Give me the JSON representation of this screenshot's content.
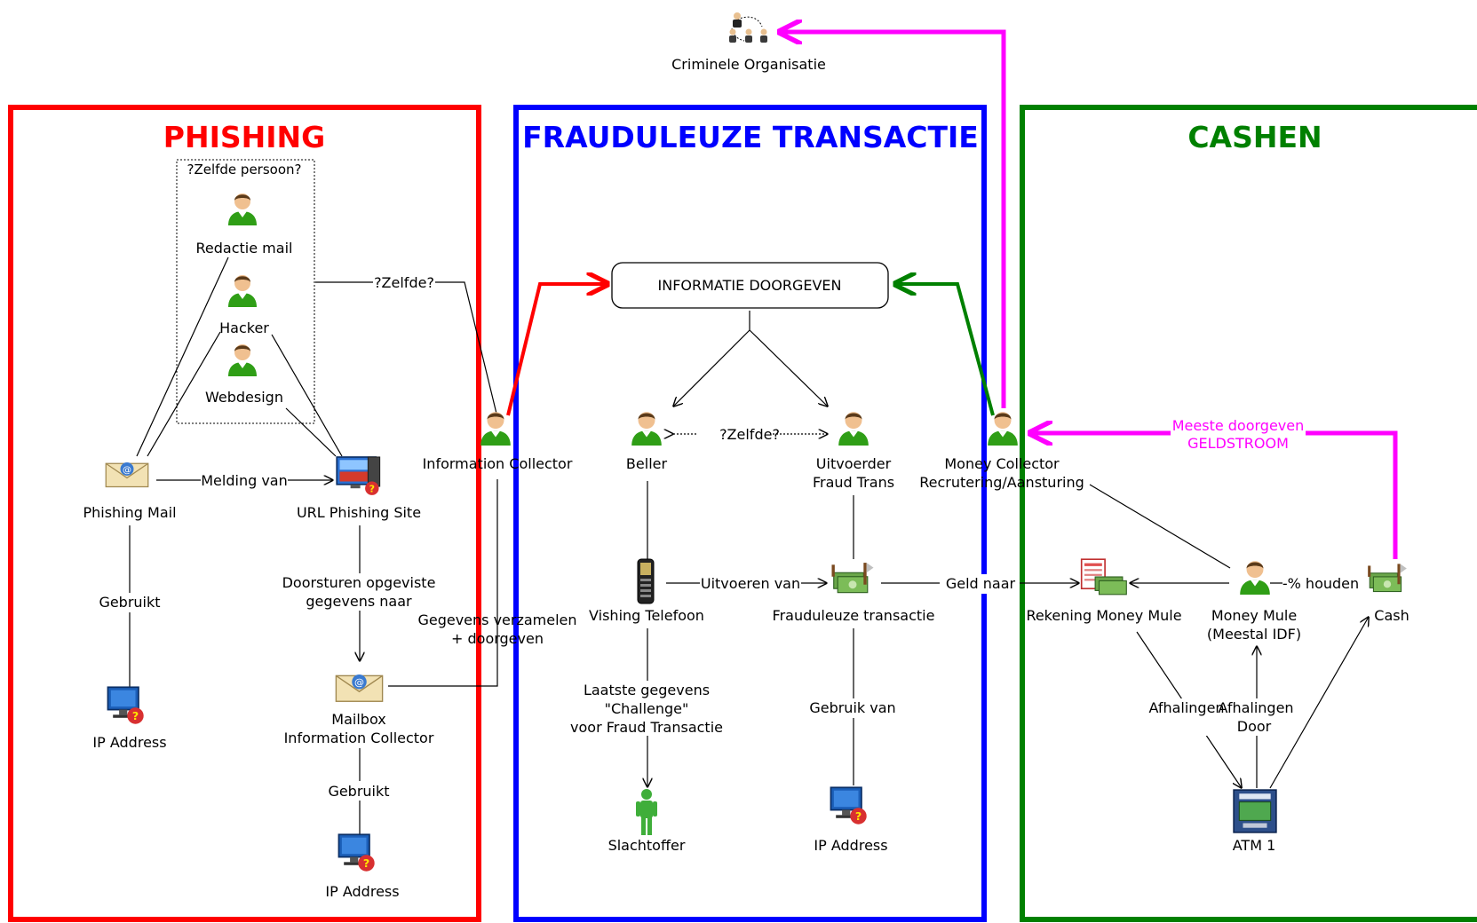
{
  "diagram": {
    "top": {
      "criminal_org": "Criminele Organisatie"
    },
    "boxes": {
      "phishing": {
        "title": "PHISHING",
        "color": "#ff0000"
      },
      "fraud": {
        "title": "FRAUDULEUZE TRANSACTIE",
        "color": "#0000ff"
      },
      "cashen": {
        "title": "CASHEN",
        "color": "#008000"
      }
    },
    "phishing": {
      "group_label": "?Zelfde persoon?",
      "redactie": "Redactie mail",
      "hacker": "Hacker",
      "webdesign": "Webdesign",
      "phishing_mail": "Phishing Mail",
      "url_site": "URL Phishing Site",
      "ip1": "IP Address",
      "mailbox_line1": "Mailbox",
      "mailbox_line2": "Information Collector",
      "ip2": "IP Address",
      "edge_melding": "Melding van",
      "edge_gebruikt1": "Gebruikt",
      "edge_doorsturen1": "Doorsturen opgeviste",
      "edge_doorsturen2": "gegevens naar",
      "edge_gebruikt2": "Gebruikt",
      "edge_zelfde": "?Zelfde?"
    },
    "middle": {
      "info_collector": "Information Collector",
      "edge_verzamelen1": "Gegevens verzamelen",
      "edge_verzamelen2": "+ doorgeven",
      "info_box": "INFORMATIE DOORGEVEN"
    },
    "fraud": {
      "beller": "Beller",
      "uitvoerder1": "Uitvoerder",
      "uitvoerder2": "Fraud Trans",
      "edge_zelfde": "?Zelfde?",
      "vishing": "Vishing Telefoon",
      "fraud_trans": "Frauduleuze transactie",
      "edge_uitvoeren": "Uitvoeren van",
      "edge_laatste1": "Laatste gegevens",
      "edge_laatste2": "\"Challenge\"",
      "edge_laatste3": "voor Fraud Transactie",
      "slachtoffer": "Slachtoffer",
      "edge_gebruik": "Gebruik van",
      "ip3": "IP Address",
      "edge_geld": "Geld naar"
    },
    "cashen": {
      "money_collector1": "Money Collector",
      "money_collector2": "Recrutering/Aansturing",
      "pink_label1": "Meeste doorgeven",
      "pink_label2": "GELDSTROOM",
      "rekening": "Rekening Money Mule",
      "mule1": "Money Mule",
      "mule2": "(Meestal IDF)",
      "edge_houden": "-% houden",
      "cash": "Cash",
      "edge_afhalingen_a": "Afhalingen",
      "edge_afhalingen_b": "Afhalingen",
      "edge_door": "Door",
      "atm": "ATM 1"
    },
    "colors": {
      "red": "#ff0000",
      "blue": "#0000ff",
      "green": "#008000",
      "magenta": "#ff00ff",
      "person_green": "#2f9e16",
      "person_skin": "#f0c090"
    },
    "icons": {
      "person": "person-icon",
      "group": "criminal-group-icon",
      "mail": "email-icon",
      "site": "phishing-site-icon",
      "computer": "ip-computer-icon",
      "phone": "phone-icon",
      "money": "money-icon",
      "bank": "bank-account-icon",
      "atm": "atm-icon",
      "victim": "victim-icon"
    }
  }
}
